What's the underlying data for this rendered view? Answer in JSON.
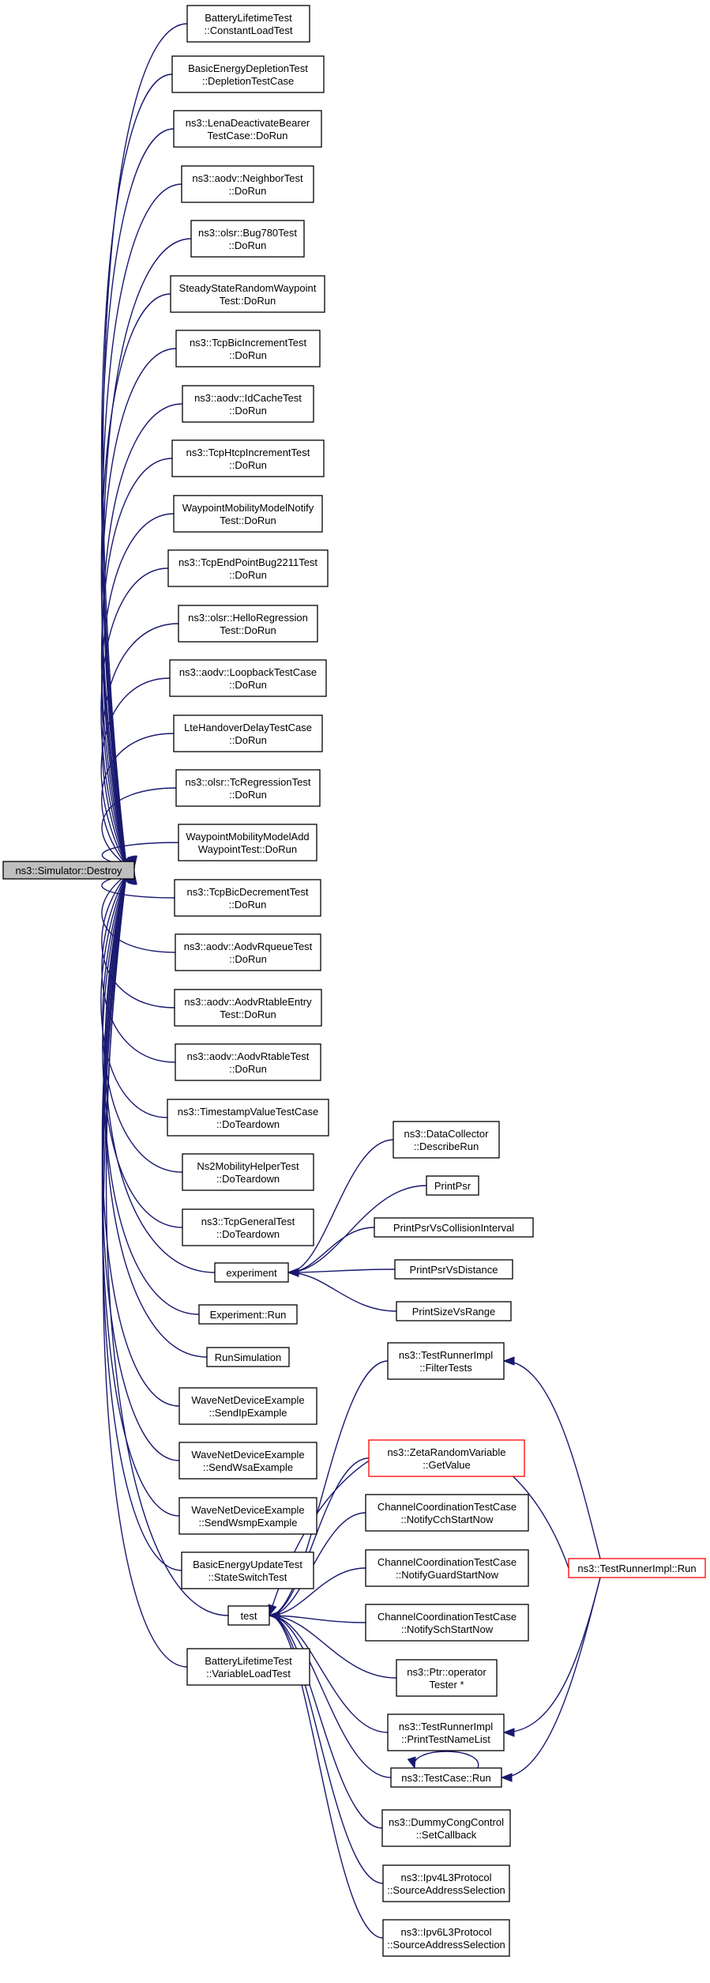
{
  "colors": {
    "edge": "#191970",
    "root_fill": "#bfbfbf",
    "red_border": "#ff0000"
  },
  "nodes": {
    "destroy": [
      "ns3::Simulator::Destroy"
    ],
    "b1": [
      "BatteryLifetimeTest",
      "::ConstantLoadTest"
    ],
    "b2": [
      "BasicEnergyDepletionTest",
      "::DepletionTestCase"
    ],
    "b3": [
      "ns3::LenaDeactivateBearer",
      "TestCase::DoRun"
    ],
    "b4": [
      "ns3::aodv::NeighborTest",
      "::DoRun"
    ],
    "b5": [
      "ns3::olsr::Bug780Test",
      "::DoRun"
    ],
    "b6": [
      "SteadyStateRandomWaypoint",
      "Test::DoRun"
    ],
    "b7": [
      "ns3::TcpBicIncrementTest",
      "::DoRun"
    ],
    "b8": [
      "ns3::aodv::IdCacheTest",
      "::DoRun"
    ],
    "b9": [
      "ns3::TcpHtcpIncrementTest",
      "::DoRun"
    ],
    "b10": [
      "WaypointMobilityModelNotify",
      "Test::DoRun"
    ],
    "b11": [
      "ns3::TcpEndPointBug2211Test",
      "::DoRun"
    ],
    "b12": [
      "ns3::olsr::HelloRegression",
      "Test::DoRun"
    ],
    "b13": [
      "ns3::aodv::LoopbackTestCase",
      "::DoRun"
    ],
    "b14": [
      "LteHandoverDelayTestCase",
      "::DoRun"
    ],
    "b15": [
      "ns3::olsr::TcRegressionTest",
      "::DoRun"
    ],
    "b16": [
      "WaypointMobilityModelAdd",
      "WaypointTest::DoRun"
    ],
    "b17": [
      "ns3::TcpBicDecrementTest",
      "::DoRun"
    ],
    "b18": [
      "ns3::aodv::AodvRqueueTest",
      "::DoRun"
    ],
    "b19": [
      "ns3::aodv::AodvRtableEntry",
      "Test::DoRun"
    ],
    "b20": [
      "ns3::aodv::AodvRtableTest",
      "::DoRun"
    ],
    "b21": [
      "ns3::TimestampValueTestCase",
      "::DoTeardown"
    ],
    "b22": [
      "Ns2MobilityHelperTest",
      "::DoTeardown"
    ],
    "b23": [
      "ns3::TcpGeneralTest",
      "::DoTeardown"
    ],
    "experiment": [
      "experiment"
    ],
    "exprun": [
      "Experiment::Run"
    ],
    "runsim": [
      "RunSimulation"
    ],
    "w1": [
      "WaveNetDeviceExample",
      "::SendIpExample"
    ],
    "w2": [
      "WaveNetDeviceExample",
      "::SendWsaExample"
    ],
    "w3": [
      "WaveNetDeviceExample",
      "::SendWsmpExample"
    ],
    "beu": [
      "BasicEnergyUpdateTest",
      "::StateSwitchTest"
    ],
    "test": [
      "test"
    ],
    "bvar": [
      "BatteryLifetimeTest",
      "::VariableLoadTest"
    ],
    "dc": [
      "ns3::DataCollector",
      "::DescribeRun"
    ],
    "ppsr": [
      "PrintPsr"
    ],
    "ppci": [
      "PrintPsrVsCollisionInterval"
    ],
    "ppd": [
      "PrintPsrVsDistance"
    ],
    "psr": [
      "PrintSizeVsRange"
    ],
    "ft": [
      "ns3::TestRunnerImpl",
      "::FilterTests"
    ],
    "zeta": [
      "ns3::ZetaRandomVariable",
      "::GetValue"
    ],
    "cc1": [
      "ChannelCoordinationTestCase",
      "::NotifyCchStartNow"
    ],
    "cc2": [
      "ChannelCoordinationTestCase",
      "::NotifyGuardStartNow"
    ],
    "cc3": [
      "ChannelCoordinationTestCase",
      "::NotifySchStartNow"
    ],
    "ptr": [
      "ns3::Ptr::operator",
      "Tester *"
    ],
    "ptnl": [
      "ns3::TestRunnerImpl",
      "::PrintTestNameList"
    ],
    "tcrun": [
      "ns3::TestCase::Run"
    ],
    "dcc": [
      "ns3::DummyCongControl",
      "::SetCallback"
    ],
    "ip4": [
      "ns3::Ipv4L3Protocol",
      "::SourceAddressSelection"
    ],
    "ip6": [
      "ns3::Ipv6L3Protocol",
      "::SourceAddressSelection"
    ],
    "trrun": [
      "ns3::TestRunnerImpl::Run"
    ]
  }
}
